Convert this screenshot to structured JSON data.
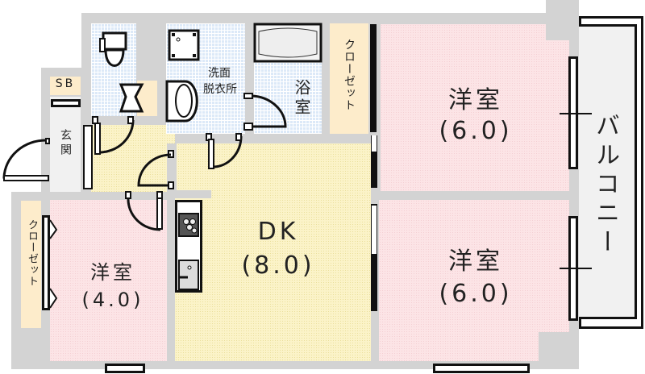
{
  "floorplan": {
    "rooms": {
      "western_room_1": {
        "name": "洋室",
        "size": "(6.0)"
      },
      "western_room_2": {
        "name": "洋室",
        "size": "(6.0)"
      },
      "western_room_3": {
        "name": "洋室",
        "size": "(4.0)"
      },
      "dining_kitchen": {
        "name": "DK",
        "size": "(8.0)"
      },
      "washroom": {
        "line1": "洗面",
        "line2": "脱衣所"
      },
      "bathroom": {
        "name": "浴室"
      },
      "entrance": {
        "name": "玄関"
      },
      "shoe_box": {
        "name": "SB"
      },
      "closet_top": {
        "name": "クローゼット"
      },
      "closet_left": {
        "name": "クローゼット"
      },
      "balcony": {
        "name": "バルコニー"
      }
    },
    "colors": {
      "wall": "#d3d3d3",
      "western_room": "#fce4e6",
      "dk_floor": "#fbf3c8",
      "wet_area": "#dce9f8",
      "closet": "#fdeccb",
      "balcony": "#f1f1f1"
    }
  }
}
